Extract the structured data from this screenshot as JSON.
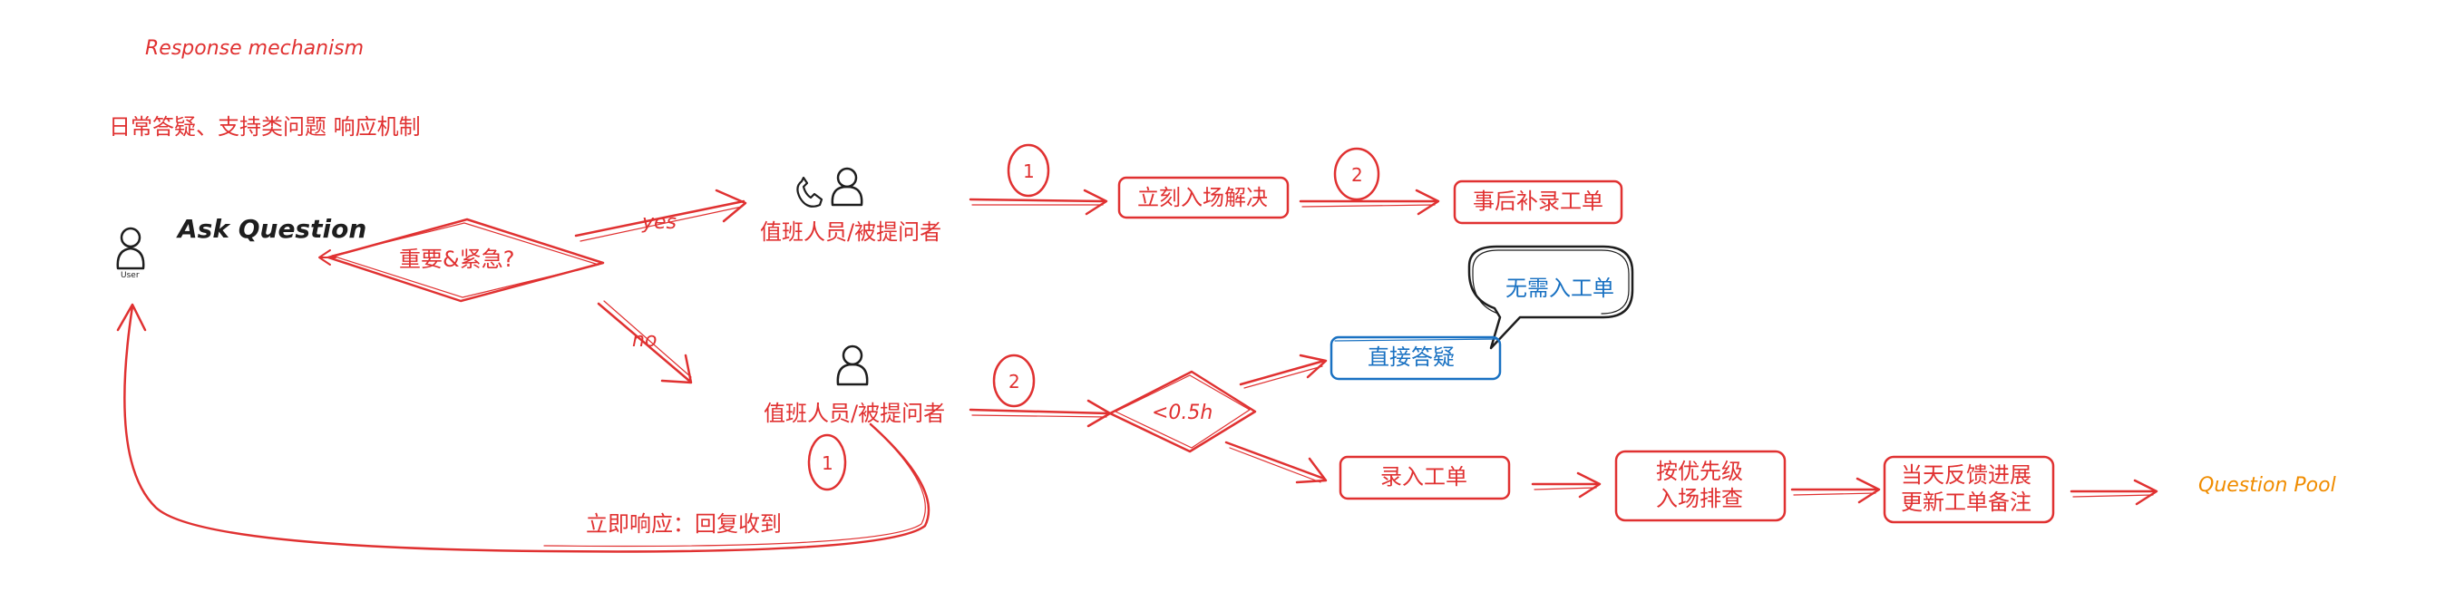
{
  "title": "Response mechanism",
  "subtitle": "日常答疑、支持类问题 响应机制",
  "actor": {
    "caption": "User",
    "label": "Ask Question"
  },
  "decision_urgent": "重要&紧急?",
  "edge_yes": "yes",
  "edge_no": "no",
  "duty_top": "值班人员/被提问者",
  "duty_bottom": "值班人员/被提问者",
  "step_top_1": "1",
  "step_top_2": "2",
  "step_bottom_1": "1",
  "step_bottom_2": "2",
  "resolve_on_site": "立刻入场解决",
  "backfill_ticket": "事后补录工单",
  "decision_time": "<0.5h",
  "answer_directly": "直接答疑",
  "callout_no_ticket": "无需入工单",
  "enter_ticket": "录入工单",
  "priority_line1": "按优先级",
  "priority_line2": "入场排查",
  "feedback_line1": "当天反馈进展",
  "feedback_line2": "更新工单备注",
  "question_pool": "Question Pool",
  "immediate_response": "立即响应：回复收到",
  "colors": {
    "red": "#e03131",
    "blue": "#1971c2",
    "orange": "#f08c00",
    "black": "#1e1e1e"
  }
}
